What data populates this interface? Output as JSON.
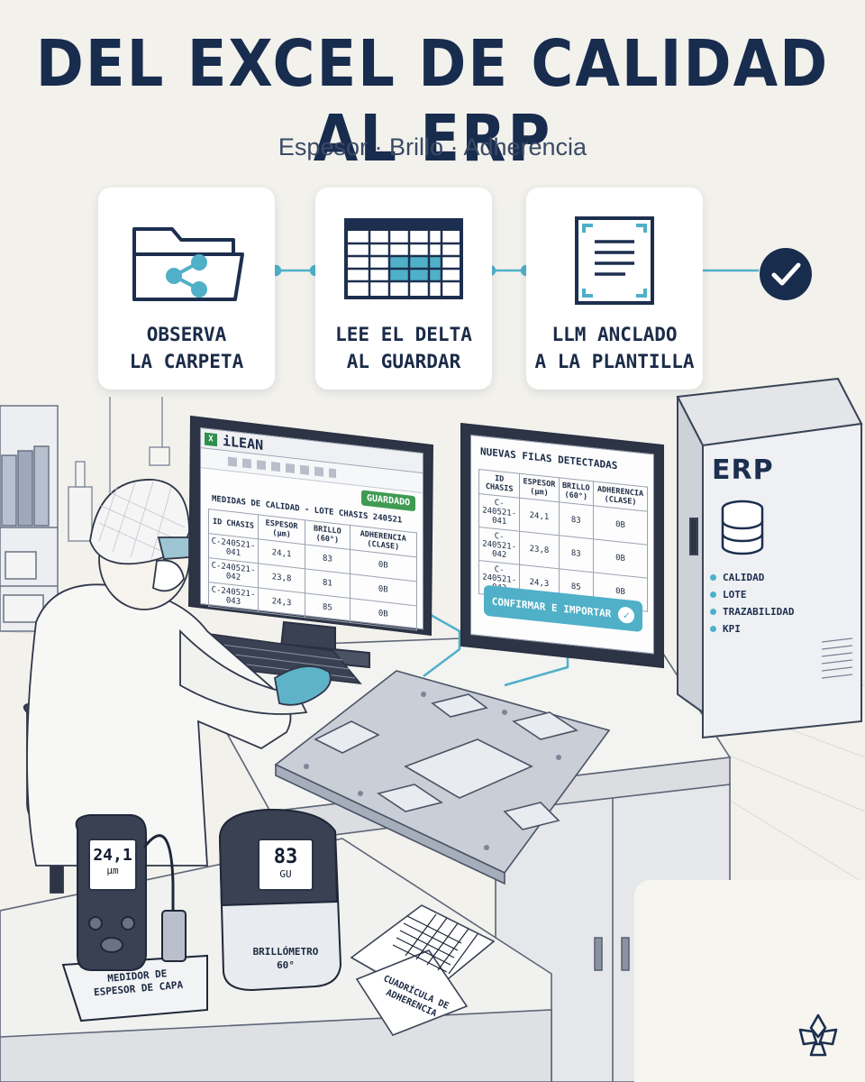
{
  "header": {
    "title": "DEL EXCEL DE CALIDAD AL ERP",
    "subtitle": "Espesor · Brillo · Adherencia"
  },
  "steps": [
    {
      "line1": "OBSERVA",
      "line2": "LA CARPETA",
      "icon": "folder-share-icon"
    },
    {
      "line1": "LEE EL DELTA",
      "line2": "AL GUARDAR",
      "icon": "spreadsheet-grid-icon"
    },
    {
      "line1": "LLM ANCLADO",
      "line2": "A LA PLANTILLA",
      "icon": "document-scan-icon"
    }
  ],
  "final_icon": "check-circle-icon",
  "excel": {
    "app_name": "iLEAN",
    "saved_badge": "GUARDADO",
    "sheet_title": "MEDIDAS DE CALIDAD - LOTE CHASIS 240521",
    "columns": [
      "ID CHASIS",
      "ESPESOR (µm)",
      "BRILLO (60°)",
      "ADHERENCIA (CLASE)"
    ],
    "rows": [
      [
        "C-240521-041",
        "24,1",
        "83",
        "0B"
      ],
      [
        "C-240521-042",
        "23,8",
        "81",
        "0B"
      ],
      [
        "C-240521-043",
        "24,3",
        "85",
        "0B"
      ]
    ]
  },
  "detected": {
    "title": "NUEVAS FILAS DETECTADAS",
    "columns": [
      "ID CHASIS",
      "ESPESOR (µm)",
      "BRILLO (60°)",
      "ADHERENCIA (CLASE)"
    ],
    "rows": [
      [
        "C-240521-041",
        "24,1",
        "83",
        "0B"
      ],
      [
        "C-240521-042",
        "23,8",
        "83",
        "0B"
      ],
      [
        "C-240521-043",
        "24,3",
        "85",
        "0B"
      ]
    ],
    "confirm_label": "CONFIRMAR E IMPORTAR"
  },
  "erp": {
    "title": "ERP",
    "items": [
      "CALIDAD",
      "LOTE",
      "TRAZABILIDAD",
      "KPI"
    ]
  },
  "devices": {
    "thickness_value": "24,1",
    "thickness_unit": "µm",
    "thickness_label_1": "MEDIDOR DE",
    "thickness_label_2": "ESPESOR DE CAPA",
    "gloss_value": "83",
    "gloss_unit": "GU",
    "gloss_label_1": "BRILLÓMETRO",
    "gloss_label_2": "60°",
    "adhesion_label_1": "CUADRÍCULA DE",
    "adhesion_label_2": "ADHERENCIA"
  },
  "colors": {
    "navy": "#182c4e",
    "accent": "#4fb0c8",
    "saved_green": "#3f9b52",
    "background": "#f2f1ec"
  }
}
